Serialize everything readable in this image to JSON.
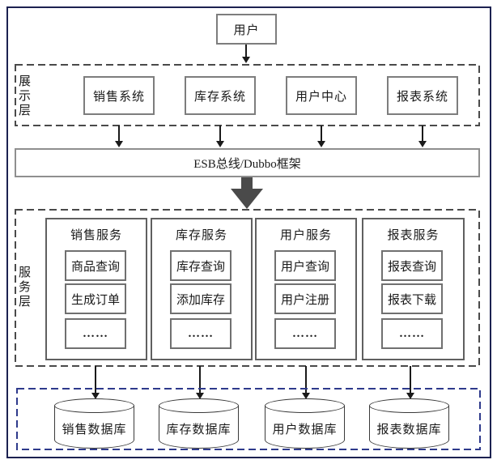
{
  "diagram": {
    "user_node": "用户",
    "presentation": {
      "label": "展示层",
      "systems": [
        "销售系统",
        "库存系统",
        "用户中心",
        "报表系统"
      ]
    },
    "esb": "ESB总线/Dubbo框架",
    "services": {
      "label": "服务层",
      "groups": [
        {
          "title": "销售服务",
          "items": [
            "商品查询",
            "生成订单",
            "……"
          ]
        },
        {
          "title": "库存服务",
          "items": [
            "库存查询",
            "添加库存",
            "……"
          ]
        },
        {
          "title": "用户服务",
          "items": [
            "用户查询",
            "用户注册",
            "……"
          ]
        },
        {
          "title": "报表服务",
          "items": [
            "报表查询",
            "报表下载",
            "……"
          ]
        }
      ]
    },
    "databases": [
      "销售数据库",
      "库存数据库",
      "用户数据库",
      "报表数据库"
    ],
    "colors": {
      "outer_border": "#1c2150",
      "data_layer_dash": "#2e3a8c",
      "layer_dash": "#4a4a4a",
      "box_border": "#7d7d7d",
      "arrow": "#1a1a1a",
      "big_arrow": "#4a4a4a",
      "text": "#1a1a1a"
    }
  }
}
